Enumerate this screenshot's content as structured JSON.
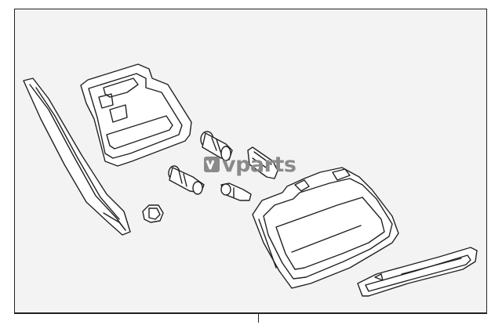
{
  "diagram": {
    "watermark_text": "vparts",
    "parts": [
      {
        "id": "side-trim-strip",
        "icon": "trim-strip"
      },
      {
        "id": "housing-gasket",
        "icon": "gasket"
      },
      {
        "id": "bulb-upper",
        "icon": "bulb"
      },
      {
        "id": "bulb-lower",
        "icon": "bulb"
      },
      {
        "id": "wedge-bulb",
        "icon": "wedge-bulb"
      },
      {
        "id": "bulb-socket",
        "icon": "socket"
      },
      {
        "id": "hex-nut",
        "icon": "nut"
      },
      {
        "id": "tail-lamp-assembly",
        "icon": "lamp"
      },
      {
        "id": "lower-trim-panel",
        "icon": "panel"
      }
    ],
    "colors": {
      "line": "#222222",
      "background": "#f3f3f3",
      "watermark": "#8a8a8a"
    }
  }
}
